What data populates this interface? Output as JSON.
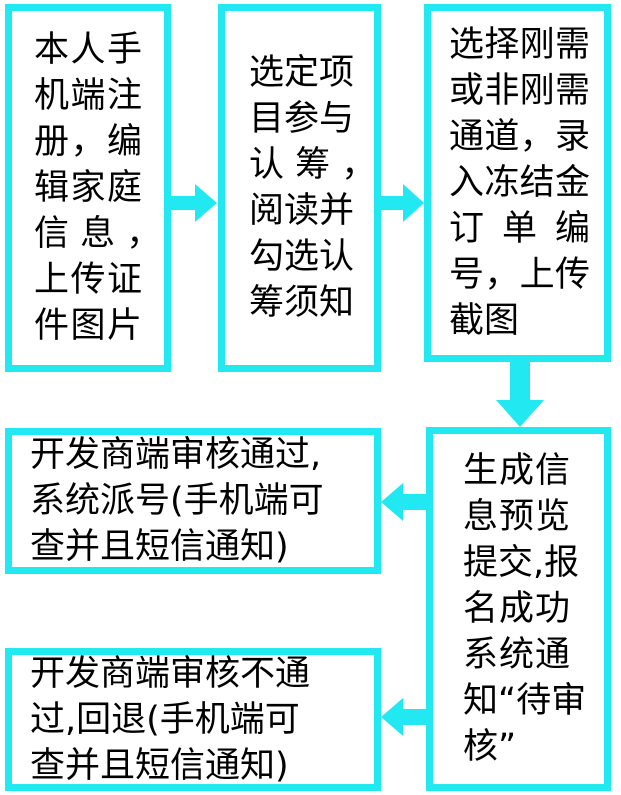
{
  "colors": {
    "accent": "#22e8f2"
  },
  "steps": [
    {
      "lines": [
        "本人手",
        "机端注",
        "册，编",
        "辑家庭",
        "信 息 ，",
        "上传证",
        "件图片"
      ]
    },
    {
      "lines": [
        "选定项",
        "目参与",
        "认 筹 ，",
        "阅读并",
        "勾选认",
        "筹须知"
      ]
    },
    {
      "lines": [
        "选择刚需",
        "或非刚需",
        "通道，录",
        "入冻结金",
        "订 单 编",
        "号，上传",
        "截图"
      ]
    },
    {
      "lines": [
        "生成信",
        "息预览",
        "提交,报",
        "名成功",
        "系统通",
        "知“待审",
        "核”"
      ]
    },
    {
      "lines": [
        "开发商端审核通过,",
        "系统派号(手机端可",
        "查并且短信通知)"
      ]
    },
    {
      "lines": [
        "开发商端审核不通",
        "过,回退(手机端可",
        "查并且短信通知)"
      ]
    }
  ]
}
